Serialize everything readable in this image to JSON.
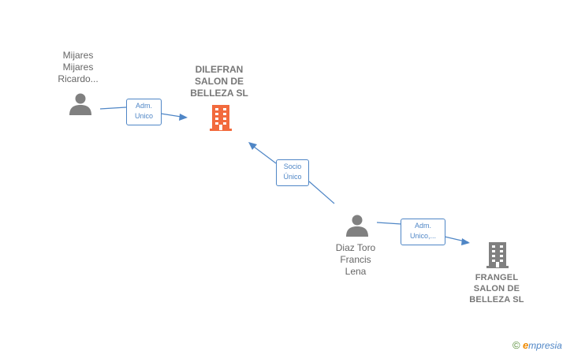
{
  "nodes": {
    "mijares": {
      "line1": "Mijares",
      "line2": "Mijares",
      "line3": "Ricardo..."
    },
    "dilefran": {
      "line1": "DILEFRAN",
      "line2": "SALON DE",
      "line3": "BELLEZA  SL"
    },
    "diaz": {
      "line1": "Diaz Toro",
      "line2": "Francis",
      "line3": "Lena"
    },
    "frangel": {
      "line1": "FRANGEL",
      "line2": "SALON DE",
      "line3": "BELLEZA  SL"
    }
  },
  "edges": {
    "mijares_dilefran": {
      "line1": "Adm.",
      "line2": "Unico"
    },
    "diaz_dilefran": {
      "line1": "Socio",
      "line2": "Único"
    },
    "diaz_frangel": {
      "line1": "Adm.",
      "line2": "Unico,..."
    }
  },
  "colors": {
    "main_company": "#f26a3d",
    "company": "#808080",
    "person": "#808080",
    "edge": "#4f86c6"
  },
  "icons": {
    "person": "person-icon",
    "company": "building-icon"
  },
  "watermark": {
    "copyright": "©",
    "brand_initial": "e",
    "brand_rest": "mpresia"
  }
}
